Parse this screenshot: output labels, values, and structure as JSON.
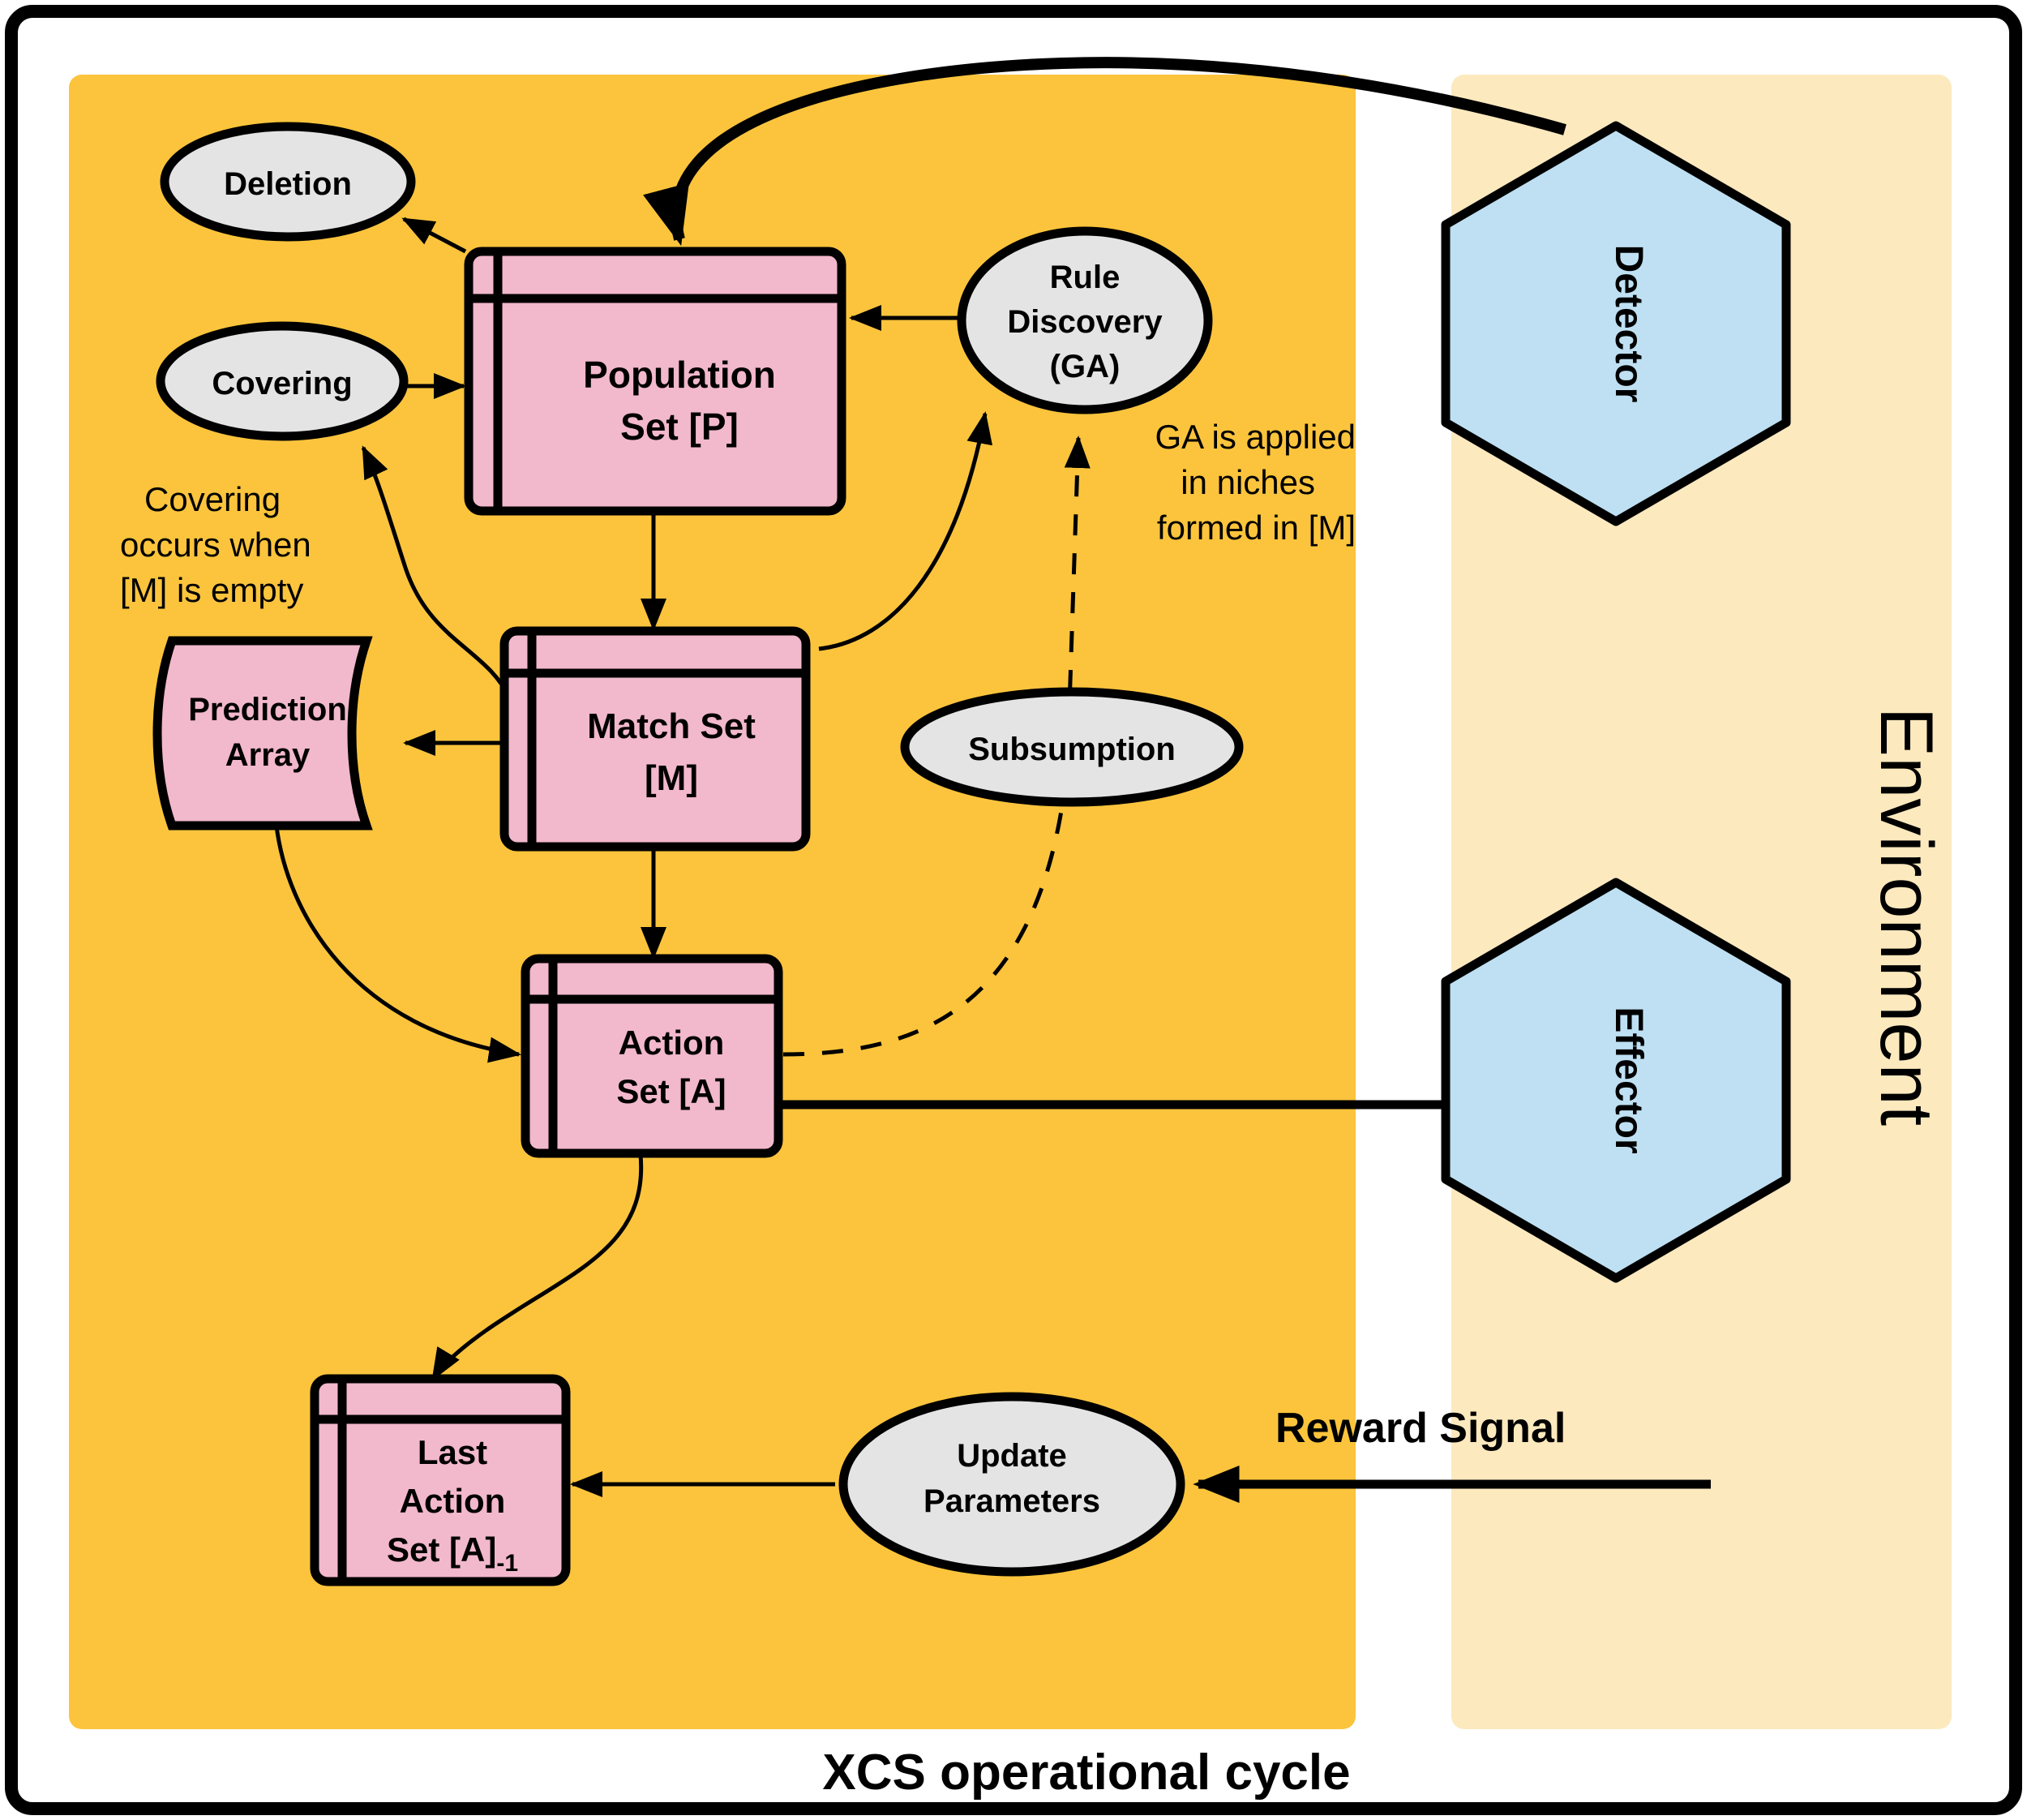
{
  "figure": {
    "title": "XCS operational cycle",
    "environment_label": "Environment"
  },
  "colors": {
    "panel_agent": "#FBC43C",
    "panel_environment": "#FCE9BE",
    "node_set": "#F2B8CC",
    "node_process": "#E4E4E4",
    "node_io": "#BEE0F2",
    "outline": "#000000",
    "page_background": "#FFFFFF"
  },
  "nodes": {
    "population_set": {
      "label_line1": "Population",
      "label_line2": "Set [P]",
      "shape": "data-set"
    },
    "match_set": {
      "label_line1": "Match Set",
      "label_line2": "[M]",
      "shape": "data-set"
    },
    "action_set": {
      "label_line1": "Action",
      "label_line2": "Set [A]",
      "shape": "data-set"
    },
    "last_action_set": {
      "label_line1": "Last",
      "label_line2": "Action",
      "label_line3": "Set [A]",
      "label_subscript": "-1",
      "shape": "data-set"
    },
    "prediction_array": {
      "label_line1": "Prediction",
      "label_line2": "Array",
      "shape": "data-document"
    },
    "deletion": {
      "label": "Deletion",
      "shape": "ellipse"
    },
    "covering": {
      "label": "Covering",
      "shape": "ellipse"
    },
    "rule_discovery": {
      "label_line1": "Rule",
      "label_line2": "Discovery",
      "label_line3": "(GA)",
      "shape": "ellipse"
    },
    "subsumption": {
      "label": "Subsumption",
      "shape": "ellipse"
    },
    "update_parameters": {
      "label_line1": "Update",
      "label_line2": "Parameters",
      "shape": "ellipse"
    },
    "detector": {
      "label": "Detector",
      "shape": "hexagon"
    },
    "effector": {
      "label": "Effector",
      "shape": "hexagon"
    }
  },
  "annotations": {
    "covering_note": {
      "line1": "Covering",
      "line2": "occurs when",
      "line3": "[M] is empty"
    },
    "ga_note": {
      "line1": "GA is applied",
      "line2": "in niches",
      "line3": "formed in [M]"
    },
    "reward_signal": "Reward Signal"
  },
  "edges": [
    {
      "from": "detector",
      "to": "population_set",
      "style": "thick-curve"
    },
    {
      "from": "population_set",
      "to": "deletion",
      "style": "solid"
    },
    {
      "from": "covering",
      "to": "population_set",
      "style": "solid"
    },
    {
      "from": "rule_discovery",
      "to": "population_set",
      "style": "solid"
    },
    {
      "from": "population_set",
      "to": "match_set",
      "style": "solid"
    },
    {
      "from": "match_set",
      "to": "prediction_array",
      "style": "solid"
    },
    {
      "from": "match_set",
      "to": "covering",
      "style": "curve"
    },
    {
      "from": "match_set",
      "to": "rule_discovery",
      "style": "curve"
    },
    {
      "from": "match_set",
      "to": "action_set",
      "style": "solid"
    },
    {
      "from": "prediction_array",
      "to": "action_set",
      "style": "curve"
    },
    {
      "from": "action_set",
      "to": "subsumption",
      "style": "dashed"
    },
    {
      "from": "subsumption",
      "to": "rule_discovery",
      "style": "dashed"
    },
    {
      "from": "action_set",
      "to": "effector",
      "style": "thick"
    },
    {
      "from": "action_set",
      "to": "last_action_set",
      "style": "curve"
    },
    {
      "from": "update_parameters",
      "to": "last_action_set",
      "style": "solid"
    },
    {
      "from": "environment",
      "to": "update_parameters",
      "style": "thick",
      "label": "Reward Signal"
    }
  ]
}
